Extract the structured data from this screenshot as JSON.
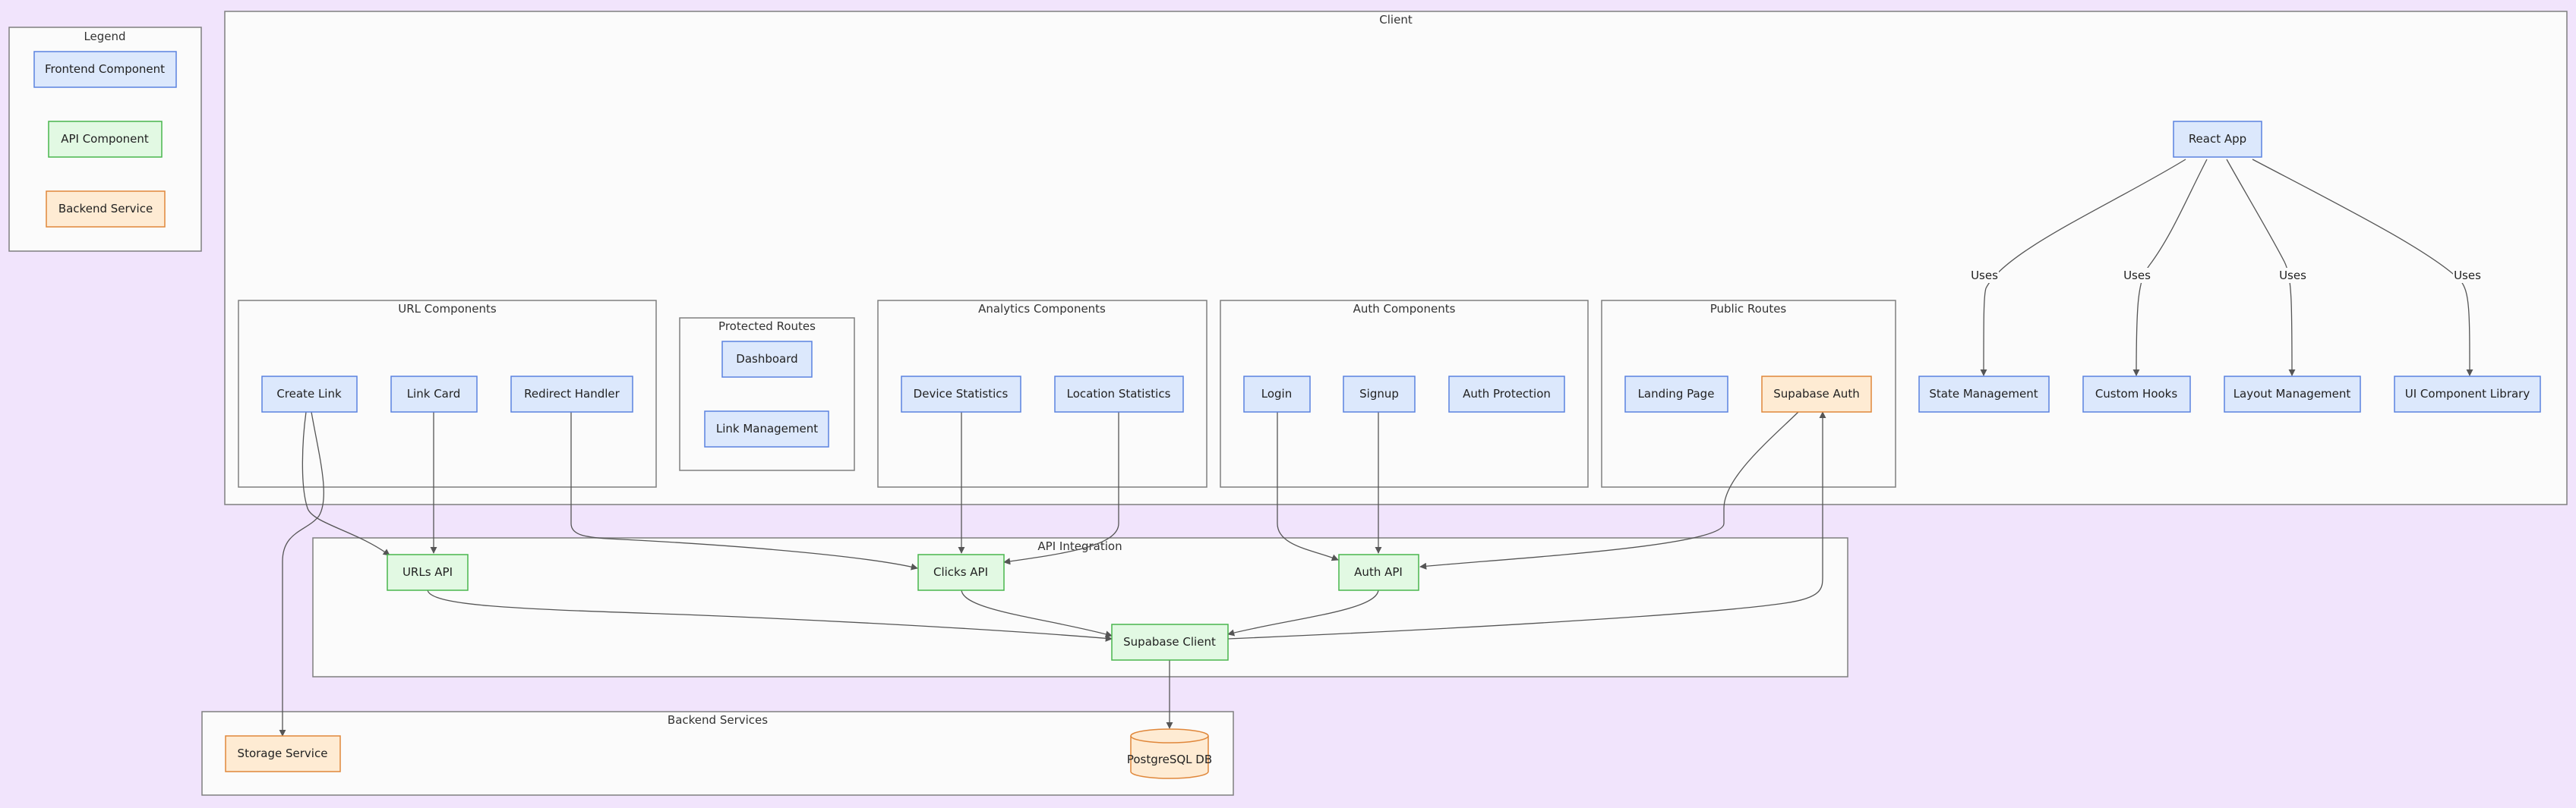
{
  "clusters": {
    "legend": "Legend",
    "client": "Client",
    "url_components": "URL Components",
    "protected_routes": "Protected Routes",
    "analytics_components": "Analytics Components",
    "auth_components": "Auth Components",
    "public_routes": "Public Routes",
    "api_integration": "API Integration",
    "backend_services": "Backend Services"
  },
  "nodes": {
    "legend_frontend": "Frontend Component",
    "legend_api": "API Component",
    "legend_backend": "Backend Service",
    "react_app": "React App",
    "create_link": "Create Link",
    "link_card": "Link Card",
    "redirect_handler": "Redirect Handler",
    "dashboard": "Dashboard",
    "link_management": "Link Management",
    "device_statistics": "Device Statistics",
    "location_statistics": "Location Statistics",
    "login": "Login",
    "signup": "Signup",
    "auth_protection": "Auth Protection",
    "landing_page": "Landing Page",
    "supabase_auth": "Supabase Auth",
    "state_management": "State Management",
    "custom_hooks": "Custom Hooks",
    "layout_management": "Layout Management",
    "ui_component_library": "UI Component Library",
    "urls_api": "URLs API",
    "clicks_api": "Clicks API",
    "auth_api": "Auth API",
    "supabase_client": "Supabase Client",
    "storage_service": "Storage Service",
    "postgresql_db": "PostgreSQL DB"
  },
  "edge_labels": {
    "uses": "Uses"
  },
  "colors": {
    "background": "#f1e4fc",
    "frontend_fill": "#dce8fc",
    "frontend_stroke": "#5b82e0",
    "api_fill": "#e2f9e3",
    "api_stroke": "#49b64c",
    "backend_fill": "#feebd3",
    "backend_stroke": "#e0873a"
  }
}
